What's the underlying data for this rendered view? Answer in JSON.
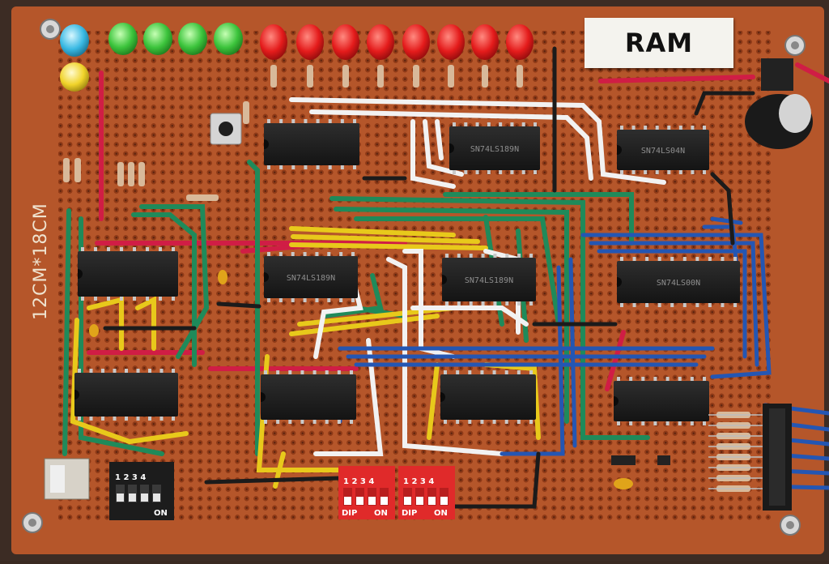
{
  "board": {
    "title_card": "RAM",
    "size_marking": "12CM*18CM"
  },
  "chips": [
    {
      "id": "top-left-chip",
      "text": ""
    },
    {
      "id": "top-middle-chip",
      "text": "SN74LS189N"
    },
    {
      "id": "top-right-chip",
      "text": "SN74LS04N"
    },
    {
      "id": "middle-left-chip",
      "text": ""
    },
    {
      "id": "middle-center-chip",
      "text": "SN74LS189N"
    },
    {
      "id": "middle-center-right-chip",
      "text": "SN74LS189N"
    },
    {
      "id": "middle-right-chip",
      "text": "SN74LS00N"
    },
    {
      "id": "lower-left-chip",
      "text": ""
    },
    {
      "id": "lower-center-chip",
      "text": ""
    },
    {
      "id": "lower-center-right-chip",
      "text": ""
    },
    {
      "id": "lower-right-chip",
      "text": ""
    }
  ],
  "dip_switches": [
    {
      "id": "dip-switch-black",
      "numbers": "1 2 3 4",
      "on_label": "ON"
    },
    {
      "id": "dip-switch-red-1",
      "numbers": "1 2 3 4",
      "on_label": "ON",
      "dip_label": "DIP"
    },
    {
      "id": "dip-switch-red-2",
      "numbers": "1 2 3 4",
      "on_label": "ON",
      "dip_label": "DIP"
    }
  ],
  "leds": {
    "blue": 1,
    "yellow": 1,
    "green": 4,
    "red": 8
  },
  "colors": {
    "board": "#b5562a",
    "wire_green": "#1f8a5a",
    "wire_yellow": "#e8c91b",
    "wire_white": "#f2f2f2",
    "wire_blue": "#2456b3",
    "wire_red": "#d01d45",
    "led_red": "#e41b1b",
    "led_green": "#3cc43c",
    "led_blue": "#39b9e3",
    "led_yellow": "#f0d32a"
  }
}
